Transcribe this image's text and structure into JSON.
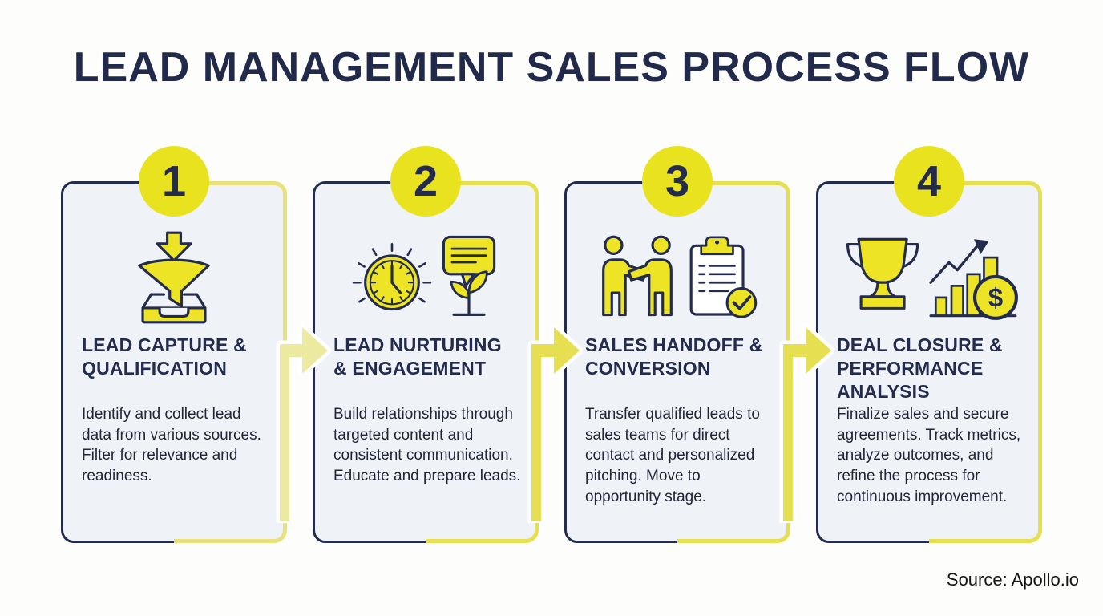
{
  "title": "LEAD MANAGEMENT SALES PROCESS FLOW",
  "source": "Source: Apollo.io",
  "dollar_sign": "$",
  "colors": {
    "navy": "#242c4e",
    "badge_yellow": "#e8e21f",
    "icon_yellow": "#ece424",
    "arrow_pale_yellow": "#ece9a0",
    "arrow_bright_yellow": "#e7df52",
    "card_background": "#eff2f6",
    "page_background": "#fdfdfc"
  },
  "steps": [
    {
      "number": "1",
      "title": "LEAD CAPTURE & QUALIFICATION",
      "description": "Identify and collect lead data from various sources. Filter for relevance and readiness.",
      "icons": [
        "funnel-capture-icon",
        "inbox-tray-icon"
      ]
    },
    {
      "number": "2",
      "title": "LEAD NURTURING & ENGAGEMENT",
      "description": "Build relationships through targeted content and consistent communication. Educate and prepare leads.",
      "icons": [
        "clock-rays-icon",
        "speech-bubble-sprout-icon"
      ]
    },
    {
      "number": "3",
      "title": "SALES HANDOFF & CONVERSION",
      "description": "Transfer qualified leads to sales teams for direct contact and personalized pitching. Move to opportunity stage.",
      "icons": [
        "handshake-people-icon",
        "clipboard-check-icon"
      ]
    },
    {
      "number": "4",
      "title": "DEAL CLOSURE & PERFORMANCE ANALYSIS",
      "description": "Finalize sales and secure agreements. Track metrics, analyze outcomes, and refine the process for continuous improvement.",
      "icons": [
        "trophy-icon",
        "growth-chart-dollar-icon"
      ]
    }
  ]
}
